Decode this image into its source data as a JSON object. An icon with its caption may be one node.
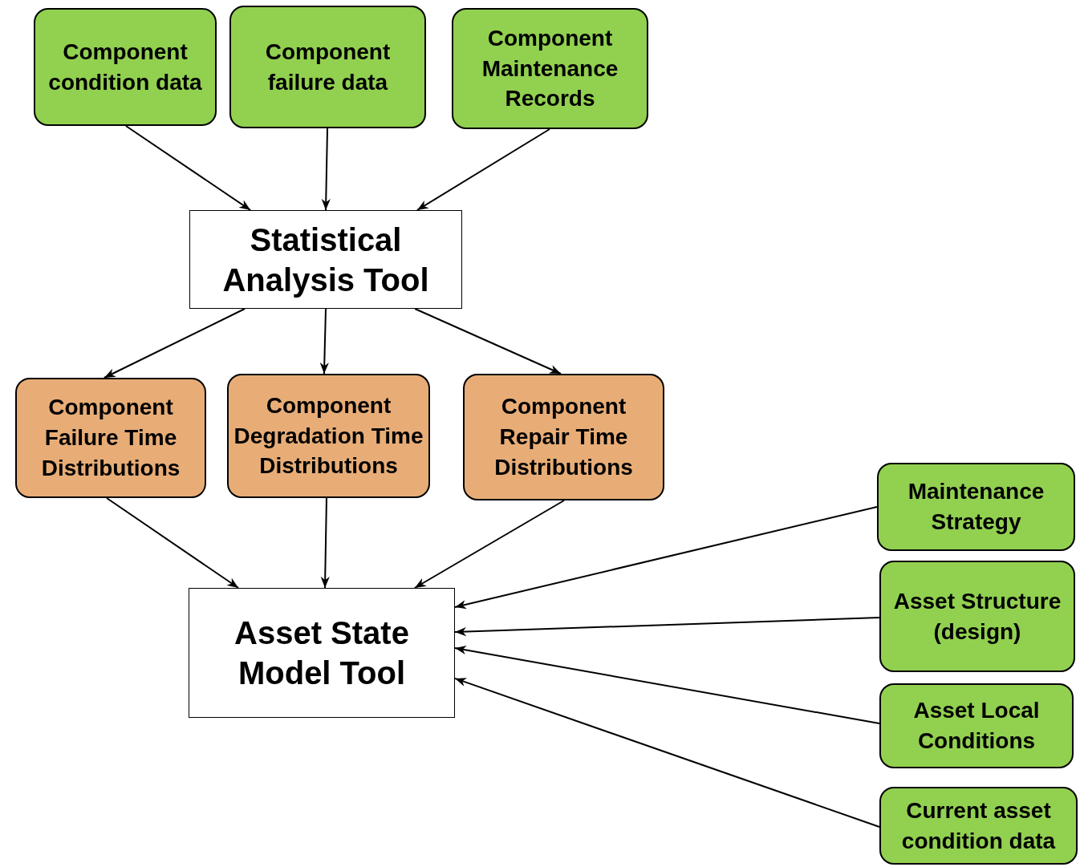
{
  "diagram": {
    "nodes": [
      {
        "text": [
          "Component condition data"
        ]
      },
      {
        "text": [
          "Component failure data"
        ]
      },
      {
        "text": [
          "Component Maintenance Records"
        ]
      },
      {
        "text": [
          "Statistical Analysis Tool"
        ]
      },
      {
        "text": [
          "Component Failure Time Distributions"
        ]
      },
      {
        "text": [
          "Component Degradation Time Distributions"
        ]
      },
      {
        "text": [
          "Component Repair Time Distributions"
        ]
      },
      {
        "text": [
          "Asset State Model Tool"
        ]
      },
      {
        "text": [
          "Maintenance Strategy"
        ]
      },
      {
        "text": [
          "Asset Structure (design)"
        ]
      },
      {
        "text": [
          "Asset Local Conditions"
        ]
      },
      {
        "text": [
          "Current asset condition data"
        ]
      }
    ],
    "edges": [
      {
        "from": 0,
        "to": 3,
        "arrow": "to"
      },
      {
        "from": 1,
        "to": 3,
        "arrow": "to"
      },
      {
        "from": 2,
        "to": 3,
        "arrow": "to"
      },
      {
        "from": 3,
        "to": 4,
        "arrow": "to"
      },
      {
        "from": 3,
        "to": 5,
        "arrow": "to"
      },
      {
        "from": 3,
        "to": 6,
        "arrow": "to"
      },
      {
        "from": 4,
        "to": 7,
        "arrow": "to"
      },
      {
        "from": 5,
        "to": 7,
        "arrow": "to"
      },
      {
        "from": 6,
        "to": 7,
        "arrow": "to"
      },
      {
        "from": 8,
        "to": 7,
        "arrow": "to"
      },
      {
        "from": 9,
        "to": 7,
        "arrow": "to"
      },
      {
        "from": 10,
        "to": 7,
        "arrow": "to"
      },
      {
        "from": 11,
        "to": 7,
        "arrow": "to"
      }
    ]
  }
}
